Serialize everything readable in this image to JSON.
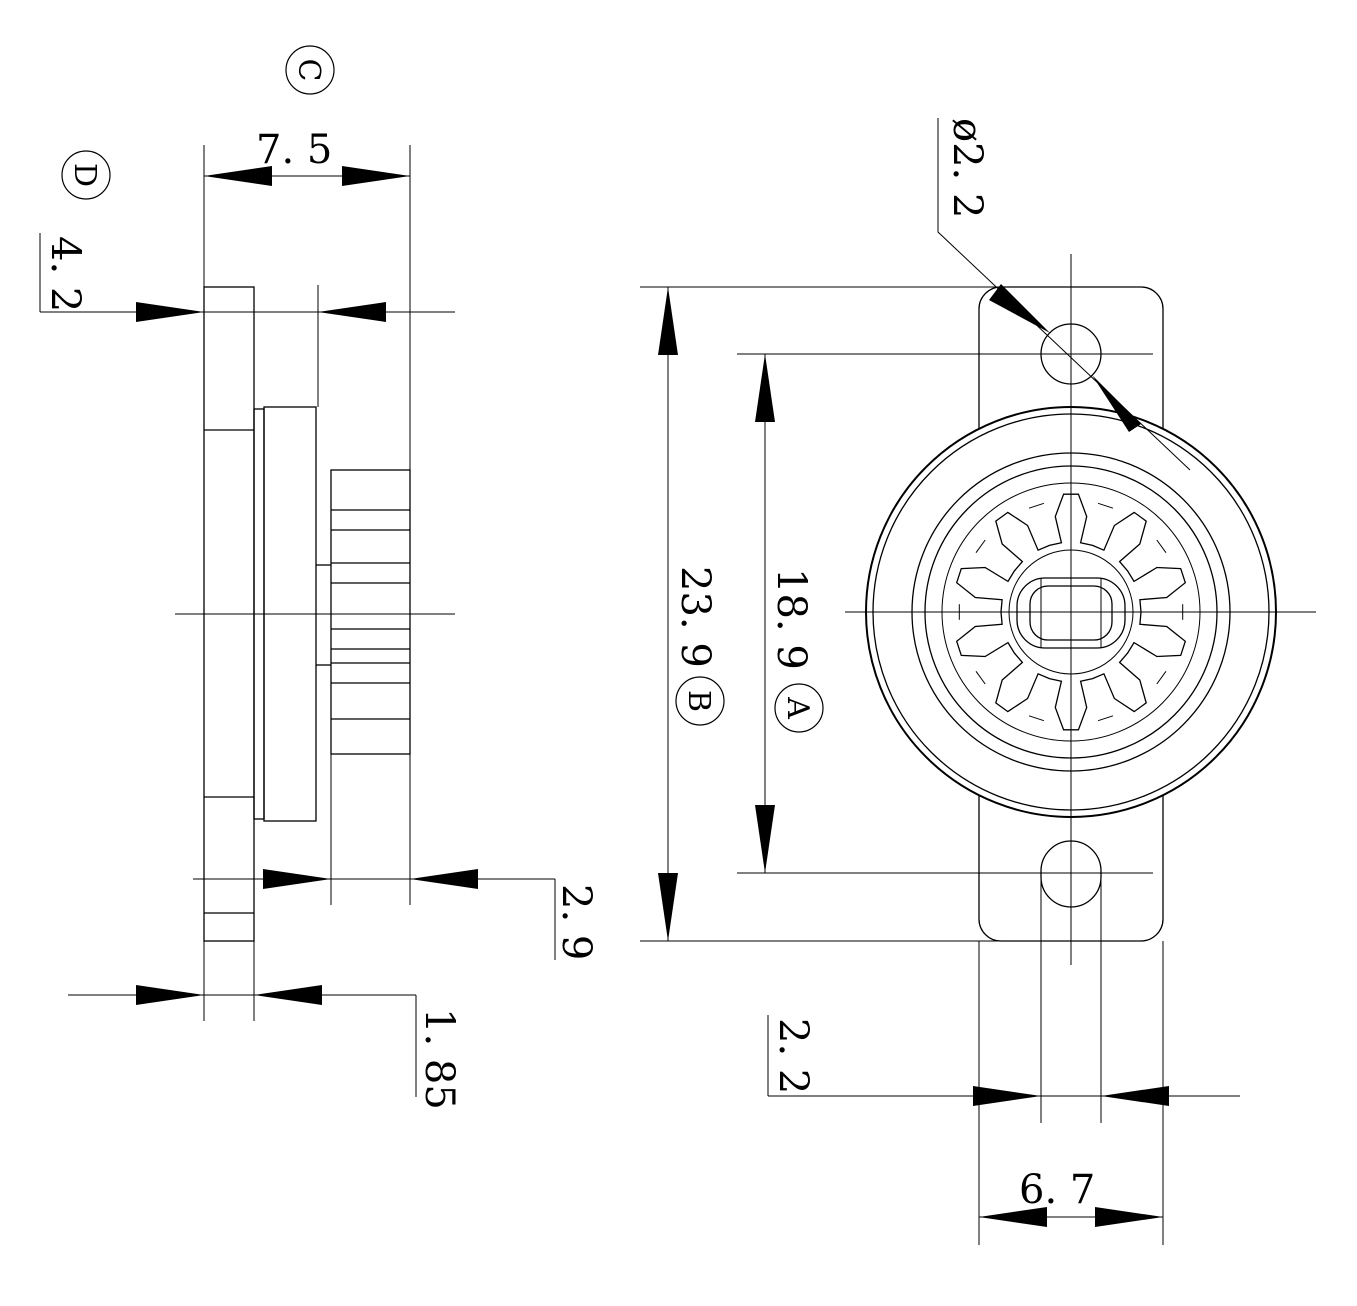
{
  "dimensions": {
    "width_7_5": "7. 5",
    "flange_4_2": "4. 2",
    "gear_2_9": "2. 9",
    "flange_1_85": "1. 85",
    "hole_dia": "ø2. 2",
    "overall_23_9": "23. 9",
    "pitch_18_9": "18. 9",
    "slot_2_2": "2. 2",
    "width_6_7": "6. 7"
  },
  "markers": {
    "a": "A",
    "b": "B",
    "c": "C",
    "d": "D"
  },
  "colors": {
    "line": "#000000",
    "background": "#ffffff"
  }
}
